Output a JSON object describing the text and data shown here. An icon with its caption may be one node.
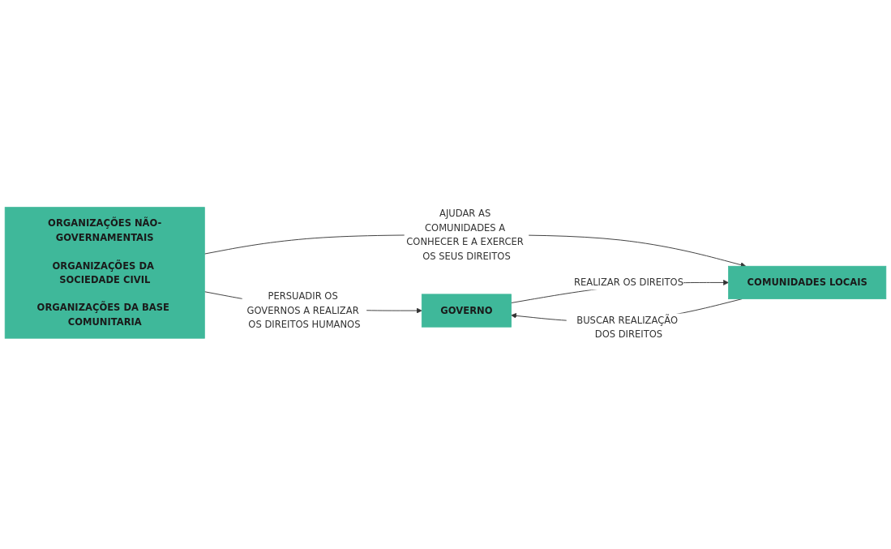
{
  "diagram": {
    "nodes": [
      {
        "text": [
          "ORGANIZAÇÕES NÃO-GOVERNAMENTAIS",
          "ORGANIZAÇÕES DA SOCIEDADE CIVIL",
          "ORGANIZAÇÕES DA BASE COMUNITARIA"
        ]
      },
      {
        "text": [
          "GOVERNO"
        ]
      },
      {
        "text": [
          "COMUNIDADES LOCAIS"
        ]
      }
    ],
    "edges": [
      {
        "from": 0,
        "to": 1,
        "arrow": "to",
        "label": "PERSUADIR OS GOVERNOS A REALIZAR OS DIREITOS HUMANOS"
      },
      {
        "from": 0,
        "to": 2,
        "arrow": "to",
        "label": "AJUDAR AS COMUNIDADES A CONHECER E A EXERCER OS SEUS DIREITOS"
      },
      {
        "from": 2,
        "to": 1,
        "arrow": "to",
        "label": "BUSCAR REALIZAÇÃO DOS DIREITOS"
      },
      {
        "from": 1,
        "to": 2,
        "arrow": "to",
        "label": "REALIZAR OS DIREITOS"
      }
    ]
  }
}
